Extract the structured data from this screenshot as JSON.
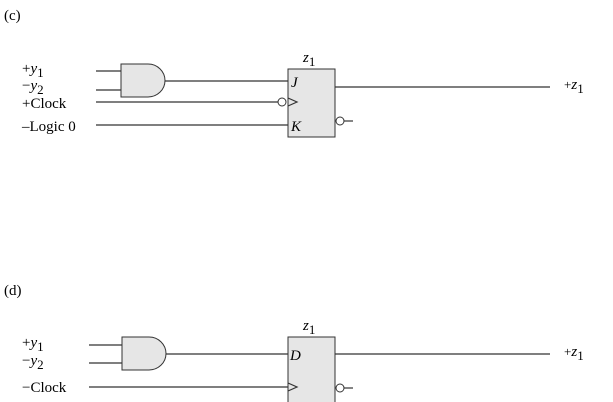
{
  "diagrams": [
    {
      "label": "(c)",
      "flipflop": {
        "name": "z",
        "sub": "1",
        "pins": [
          "J",
          "K"
        ]
      },
      "inputs": [
        {
          "sign": "+",
          "name": "y",
          "sub": "1"
        },
        {
          "sign": "−",
          "name": "y",
          "sub": "2"
        },
        {
          "text": "+Clock"
        },
        {
          "text": "–Logic 0"
        }
      ],
      "output": {
        "sign": "+",
        "name": "z",
        "sub": "1"
      }
    },
    {
      "label": "(d)",
      "flipflop": {
        "name": "z",
        "sub": "1",
        "pins": [
          "D"
        ]
      },
      "inputs": [
        {
          "sign": "+",
          "name": "y",
          "sub": "1"
        },
        {
          "sign": "−",
          "name": "y",
          "sub": "2"
        },
        {
          "text": "−Clock"
        }
      ],
      "output": {
        "sign": "+",
        "name": "z",
        "sub": "1"
      }
    }
  ]
}
